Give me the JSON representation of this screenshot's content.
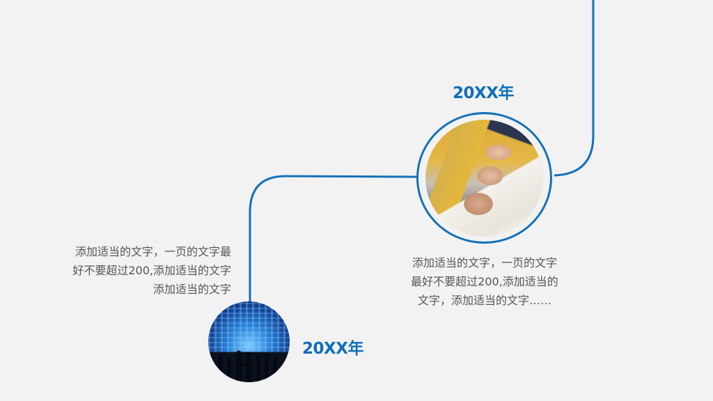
{
  "slide": {
    "background": "#f2f2f2",
    "accent_color": "#1470b8",
    "year_color": "#0f6fba",
    "text_color": "#555555"
  },
  "timeline": {
    "items": [
      {
        "year": "20XX年",
        "image": "business-meeting-photo",
        "description_lines": [
          "添加适当的文字，一页的文字",
          "最好不要超过200,添加适当的",
          "文字，添加适当的文字……"
        ]
      },
      {
        "year": "20XX年",
        "image": "stock-market-handshake-photo",
        "description_lines": [
          "添加适当的文字，一页的文字最",
          "好不要超过200,添加适当的文字",
          "添加适当的文字"
        ]
      }
    ]
  }
}
